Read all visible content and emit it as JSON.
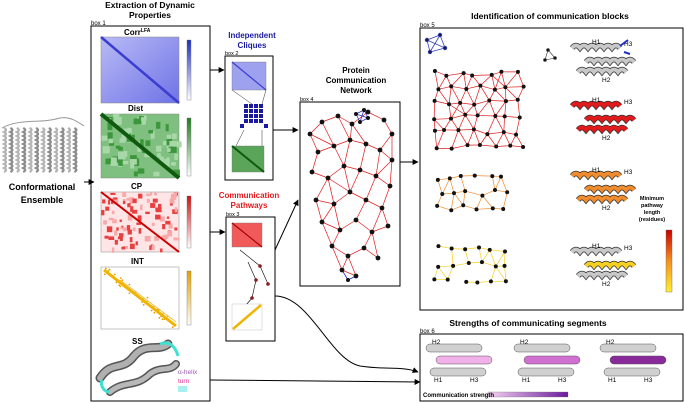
{
  "ensemble": {
    "label_line1": "Conformational",
    "label_line2": "Ensemble"
  },
  "extraction": {
    "title_line1": "Extraction of Dynamic",
    "title_line2": "Properties",
    "box_label": "box 1",
    "panels": [
      {
        "label_main": "Corr",
        "label_sup": "LFA",
        "color": "#7b7ee8"
      },
      {
        "label_main": "Dist",
        "label_sup": "",
        "color": "#2e8b2e"
      },
      {
        "label_main": "CP",
        "label_sup": "",
        "color": "#e31a1c"
      },
      {
        "label_main": "INT",
        "label_sup": "",
        "color": "#f0b400"
      }
    ],
    "ss": {
      "label": "SS",
      "legend_helix": "α-helix",
      "legend_turn": "turn",
      "helix_color": "#9b59b6",
      "turn_color": "#e0309a",
      "other_color": "#40e0d0"
    }
  },
  "cliques": {
    "title_line1": "Independent",
    "title_line2": "Cliques",
    "box_label": "box 2",
    "color": "#1a1aa0"
  },
  "pathways": {
    "title_line1": "Communication",
    "title_line2": "Pathways",
    "box_label": "box 3",
    "color": "#e31a1c"
  },
  "network": {
    "title_line1": "Protein",
    "title_line2": "Communication",
    "title_line3": "Network",
    "box_label": "box 4"
  },
  "blocks": {
    "title": "Identification of communication blocks",
    "box_label": "box 5",
    "helix_labels": [
      "H1",
      "H2",
      "H3"
    ],
    "block_colors": [
      "#e31a1c",
      "#f08c2e",
      "#f5d020"
    ],
    "colorbar": {
      "line1": "Minimum",
      "line2": "pathway",
      "line3": "length",
      "line4": "(residues)"
    }
  },
  "strengths": {
    "title": "Strengths of communicating segments",
    "box_label": "box 6",
    "helix_labels": [
      "H1",
      "H2",
      "H3"
    ],
    "legend": "Communication strength",
    "color": "#9b2fa5"
  }
}
